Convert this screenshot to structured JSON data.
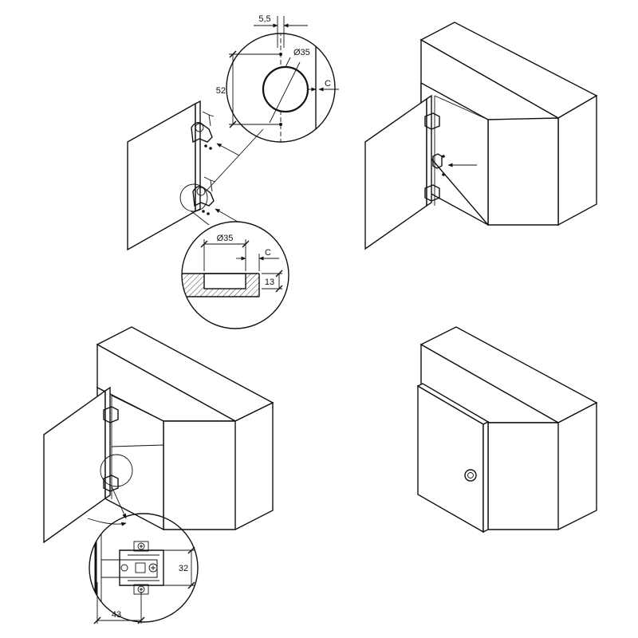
{
  "colors": {
    "line": "#111111",
    "background": "#ffffff",
    "hatch_fill": "#d8d8d8"
  },
  "panel1": {
    "dim_offset": "5,5",
    "dim_hole_diameter": "Ø35",
    "dim_hole_spacing": "52",
    "dim_edge_distance": "C"
  },
  "panel1_section": {
    "dim_hole_diameter": "Ø35",
    "dim_edge_distance": "C",
    "dim_depth": "13"
  },
  "panel3_detail": {
    "dim_plate_width": "32",
    "dim_plate_offset": "43"
  }
}
